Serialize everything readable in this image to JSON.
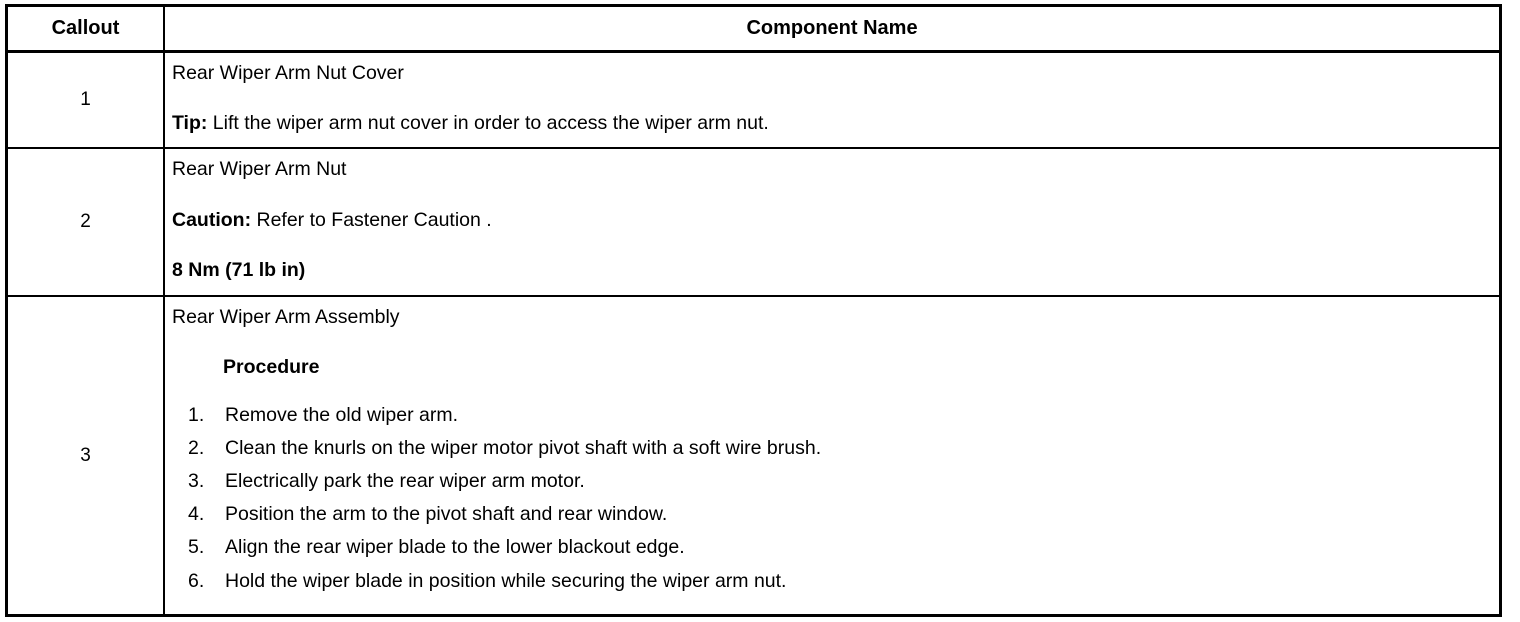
{
  "table": {
    "headers": {
      "callout": "Callout",
      "component": "Component Name"
    },
    "rows": [
      {
        "callout": "1",
        "title": "Rear Wiper Arm Nut Cover",
        "note_label": "Tip:",
        "note_text": " Lift the wiper arm nut cover in order to access the wiper arm nut."
      },
      {
        "callout": "2",
        "title": "Rear Wiper Arm Nut",
        "note_label": "Caution:",
        "note_text": " Refer to Fastener Caution .",
        "torque": "8 Nm (71 lb in)"
      },
      {
        "callout": "3",
        "title": "Rear Wiper Arm Assembly",
        "procedure_heading": "Procedure",
        "steps": [
          {
            "num": "1.",
            "text": "Remove the old wiper arm."
          },
          {
            "num": "2.",
            "text": "Clean the knurls on the wiper motor pivot shaft with a soft wire brush."
          },
          {
            "num": "3.",
            "text": "Electrically park the rear wiper arm motor."
          },
          {
            "num": "4.",
            "text": "Position the arm to the pivot shaft and rear window."
          },
          {
            "num": "5.",
            "text": "Align the rear wiper blade to the lower blackout edge."
          },
          {
            "num": "6.",
            "text": "Hold the wiper blade in position while securing the wiper arm nut."
          }
        ]
      }
    ]
  }
}
